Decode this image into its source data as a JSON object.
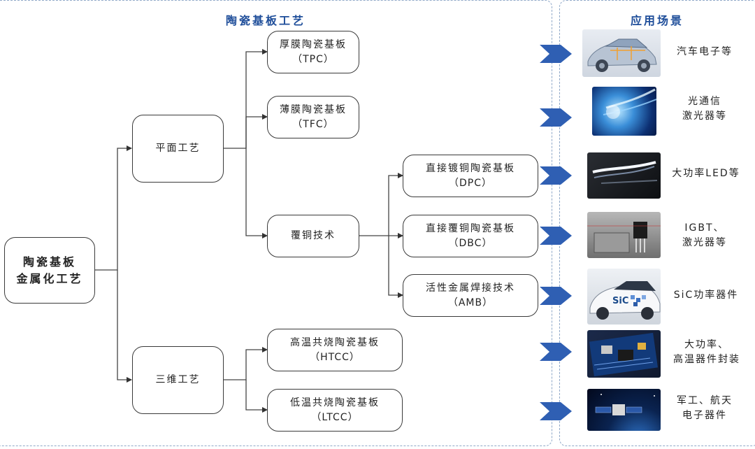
{
  "process_panel": {
    "title": "陶瓷基板工艺"
  },
  "application_panel": {
    "title": "应用场景"
  },
  "root": {
    "line1": "陶瓷基板",
    "line2": "金属化工艺"
  },
  "level1": {
    "planar": "平面工艺",
    "three_d": "三维工艺"
  },
  "planar_children": {
    "tpc": {
      "name": "厚膜陶瓷基板",
      "abbr": "（TPC）"
    },
    "tfc": {
      "name": "薄膜陶瓷基板",
      "abbr": "（TFC）"
    },
    "copper": {
      "name": "覆铜技术"
    }
  },
  "copper_children": {
    "dpc": {
      "name": "直接镀铜陶瓷基板",
      "abbr": "（DPC）"
    },
    "dbc": {
      "name": "直接覆铜陶瓷基板",
      "abbr": "（DBC）"
    },
    "amb": {
      "name": "活性金属焊接技术",
      "abbr": "（AMB）"
    }
  },
  "three_d_children": {
    "htcc": {
      "name": "高温共烧陶瓷基板",
      "abbr": "（HTCC）"
    },
    "ltcc": {
      "name": "低温共烧陶瓷基板",
      "abbr": "（LTCC）"
    }
  },
  "applications": [
    {
      "line1": "汽车电子等",
      "line2": "",
      "icon": "car-image"
    },
    {
      "line1": "光通信",
      "line2": "激光器等",
      "icon": "optical-fiber-image"
    },
    {
      "line1": "大功率LED等",
      "line2": "",
      "icon": "led-headlight-image"
    },
    {
      "line1": "IGBT、",
      "line2": "激光器等",
      "icon": "igbt-image"
    },
    {
      "line1": "SiC功率器件",
      "line2": "",
      "icon": "sic-car-image"
    },
    {
      "line1": "大功率、",
      "line2": "高温器件封装",
      "icon": "circuit-board-image"
    },
    {
      "line1": "军工、航天",
      "line2": "电子器件",
      "icon": "satellite-image"
    }
  ],
  "colors": {
    "panel_title": "#1f4e9a",
    "chevron": "#2f5fb3",
    "panel_border": "#8fa8c8"
  }
}
